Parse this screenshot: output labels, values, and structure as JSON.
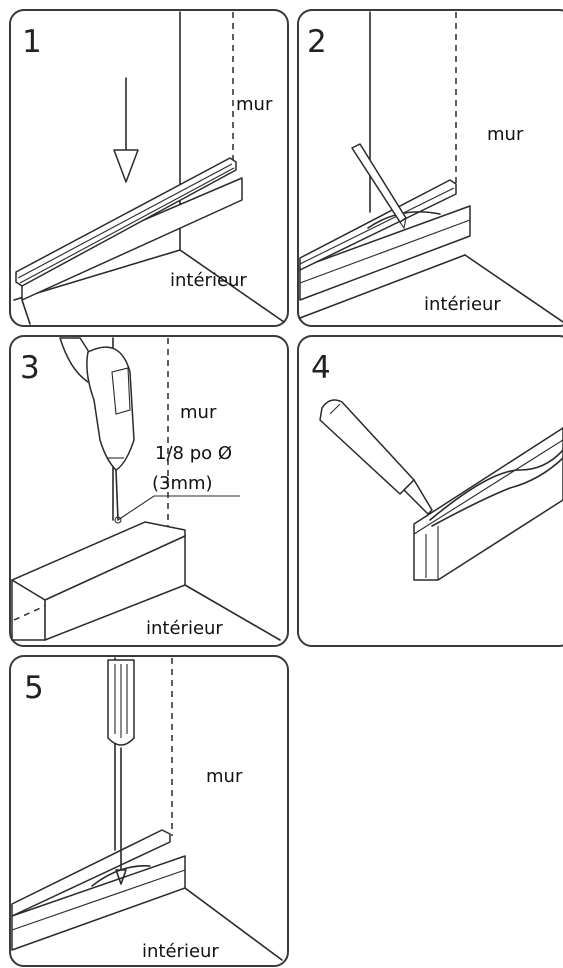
{
  "panels": [
    {
      "number": "1",
      "labels": {
        "wall": "mur",
        "interior": "intérieur"
      }
    },
    {
      "number": "2",
      "labels": {
        "wall": "mur",
        "interior": "intérieur"
      }
    },
    {
      "number": "3",
      "labels": {
        "wall": "mur",
        "drill_size": "1/8 po Ø",
        "drill_size_metric": "(3mm)",
        "interior": "intérieur"
      }
    },
    {
      "number": "4",
      "labels": {}
    },
    {
      "number": "5",
      "labels": {
        "wall": "mur",
        "interior": "intérieur"
      }
    }
  ]
}
